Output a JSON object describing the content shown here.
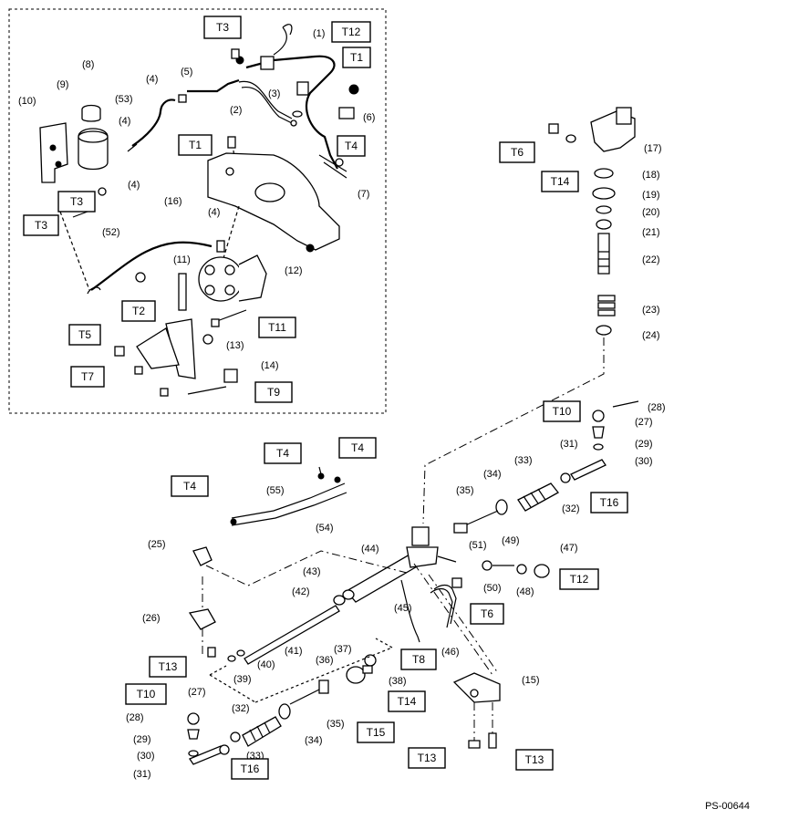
{
  "figure_code": "PS-00644",
  "parts": [
    {
      "id": "p1",
      "text": "(1)"
    },
    {
      "id": "p2",
      "text": "(2)"
    },
    {
      "id": "p3",
      "text": "(3)"
    },
    {
      "id": "p4a",
      "text": "(4)"
    },
    {
      "id": "p4b",
      "text": "(4)"
    },
    {
      "id": "p4c",
      "text": "(4)"
    },
    {
      "id": "p4d",
      "text": "(4)"
    },
    {
      "id": "p5",
      "text": "(5)"
    },
    {
      "id": "p6",
      "text": "(6)"
    },
    {
      "id": "p7",
      "text": "(7)"
    },
    {
      "id": "p8",
      "text": "(8)"
    },
    {
      "id": "p9",
      "text": "(9)"
    },
    {
      "id": "p10",
      "text": "(10)"
    },
    {
      "id": "p11",
      "text": "(11)"
    },
    {
      "id": "p12",
      "text": "(12)"
    },
    {
      "id": "p13",
      "text": "(13)"
    },
    {
      "id": "p14",
      "text": "(14)"
    },
    {
      "id": "p15",
      "text": "(15)"
    },
    {
      "id": "p16",
      "text": "(16)"
    },
    {
      "id": "p17",
      "text": "(17)"
    },
    {
      "id": "p18",
      "text": "(18)"
    },
    {
      "id": "p19",
      "text": "(19)"
    },
    {
      "id": "p20",
      "text": "(20)"
    },
    {
      "id": "p21",
      "text": "(21)"
    },
    {
      "id": "p22",
      "text": "(22)"
    },
    {
      "id": "p23",
      "text": "(23)"
    },
    {
      "id": "p24",
      "text": "(24)"
    },
    {
      "id": "p25",
      "text": "(25)"
    },
    {
      "id": "p26",
      "text": "(26)"
    },
    {
      "id": "p27a",
      "text": "(27)"
    },
    {
      "id": "p27b",
      "text": "(27)"
    },
    {
      "id": "p28a",
      "text": "(28)"
    },
    {
      "id": "p28b",
      "text": "(28)"
    },
    {
      "id": "p29a",
      "text": "(29)"
    },
    {
      "id": "p29b",
      "text": "(29)"
    },
    {
      "id": "p30a",
      "text": "(30)"
    },
    {
      "id": "p30b",
      "text": "(30)"
    },
    {
      "id": "p31a",
      "text": "(31)"
    },
    {
      "id": "p31b",
      "text": "(31)"
    },
    {
      "id": "p32a",
      "text": "(32)"
    },
    {
      "id": "p32b",
      "text": "(32)"
    },
    {
      "id": "p33a",
      "text": "(33)"
    },
    {
      "id": "p33b",
      "text": "(33)"
    },
    {
      "id": "p34a",
      "text": "(34)"
    },
    {
      "id": "p34b",
      "text": "(34)"
    },
    {
      "id": "p35a",
      "text": "(35)"
    },
    {
      "id": "p35b",
      "text": "(35)"
    },
    {
      "id": "p36",
      "text": "(36)"
    },
    {
      "id": "p37",
      "text": "(37)"
    },
    {
      "id": "p38",
      "text": "(38)"
    },
    {
      "id": "p39",
      "text": "(39)"
    },
    {
      "id": "p40",
      "text": "(40)"
    },
    {
      "id": "p41",
      "text": "(41)"
    },
    {
      "id": "p42",
      "text": "(42)"
    },
    {
      "id": "p43",
      "text": "(43)"
    },
    {
      "id": "p44",
      "text": "(44)"
    },
    {
      "id": "p45",
      "text": "(45)"
    },
    {
      "id": "p46",
      "text": "(46)"
    },
    {
      "id": "p47",
      "text": "(47)"
    },
    {
      "id": "p48",
      "text": "(48)"
    },
    {
      "id": "p49",
      "text": "(49)"
    },
    {
      "id": "p50",
      "text": "(50)"
    },
    {
      "id": "p51",
      "text": "(51)"
    },
    {
      "id": "p52",
      "text": "(52)"
    },
    {
      "id": "p53",
      "text": "(53)"
    },
    {
      "id": "p54",
      "text": "(54)"
    },
    {
      "id": "p55",
      "text": "(55)"
    }
  ],
  "torques": [
    {
      "id": "t3a",
      "text": "T3"
    },
    {
      "id": "t12a",
      "text": "T12"
    },
    {
      "id": "t1a",
      "text": "T1"
    },
    {
      "id": "t1b",
      "text": "T1"
    },
    {
      "id": "t4a",
      "text": "T4"
    },
    {
      "id": "t3b",
      "text": "T3"
    },
    {
      "id": "t3c",
      "text": "T3"
    },
    {
      "id": "t2",
      "text": "T2"
    },
    {
      "id": "t11",
      "text": "T11"
    },
    {
      "id": "t5",
      "text": "T5"
    },
    {
      "id": "t7",
      "text": "T7"
    },
    {
      "id": "t9",
      "text": "T9"
    },
    {
      "id": "t6a",
      "text": "T6"
    },
    {
      "id": "t14a",
      "text": "T14"
    },
    {
      "id": "t10a",
      "text": "T10"
    },
    {
      "id": "t4b",
      "text": "T4"
    },
    {
      "id": "t4c",
      "text": "T4"
    },
    {
      "id": "t4d",
      "text": "T4"
    },
    {
      "id": "t16a",
      "text": "T16"
    },
    {
      "id": "t12b",
      "text": "T12"
    },
    {
      "id": "t6b",
      "text": "T6"
    },
    {
      "id": "t8",
      "text": "T8"
    },
    {
      "id": "t13a",
      "text": "T13"
    },
    {
      "id": "t10b",
      "text": "T10"
    },
    {
      "id": "t14b",
      "text": "T14"
    },
    {
      "id": "t15",
      "text": "T15"
    },
    {
      "id": "t16b",
      "text": "T16"
    },
    {
      "id": "t13b",
      "text": "T13"
    },
    {
      "id": "t13c",
      "text": "T13"
    }
  ]
}
